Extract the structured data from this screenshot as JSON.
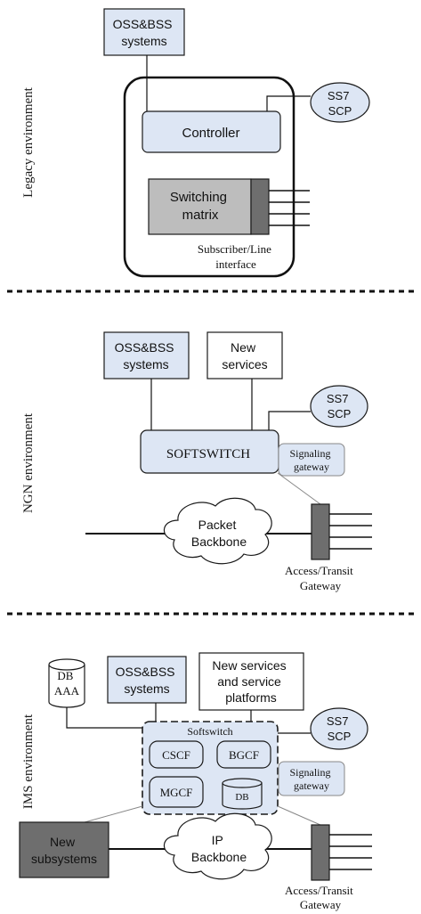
{
  "sections": {
    "legacy": {
      "side_label": "Legacy environment",
      "oss_bss": [
        "OSS&BSS",
        "systems"
      ],
      "ss7": [
        "SS7",
        "SCP"
      ],
      "controller": "Controller",
      "switching_matrix": [
        "Switching",
        "matrix"
      ],
      "subscriber_interface": [
        "Subscriber/Line",
        "interface"
      ]
    },
    "ngn": {
      "side_label": "NGN  environment",
      "oss_bss": [
        "OSS&BSS",
        "systems"
      ],
      "new_services": [
        "New",
        "services"
      ],
      "ss7": [
        "SS7",
        "SCP"
      ],
      "softswitch": "SOFTSWITCH",
      "signaling_gateway": [
        "Signaling",
        "gateway"
      ],
      "packet_backbone": [
        "Packet",
        "Backbone"
      ],
      "access_gateway": [
        "Access/Transit",
        "Gateway"
      ]
    },
    "ims": {
      "side_label": "IMS environment",
      "db_aaa": [
        "DB",
        "AAA"
      ],
      "oss_bss": [
        "OSS&BSS",
        "systems"
      ],
      "new_services": [
        "New services",
        "and service",
        "platforms"
      ],
      "ss7": [
        "SS7",
        "SCP"
      ],
      "softswitch": "Softswitch",
      "cscf": "CSCF",
      "bgcf": "BGCF",
      "mgcf": "MGCF",
      "db": "DB",
      "signaling_gateway": [
        "Signaling",
        "gateway"
      ],
      "new_subsystems": [
        "New",
        "subsystems"
      ],
      "ip_backbone": [
        "IP",
        "Backbone"
      ],
      "access_gateway": [
        "Access/Transit",
        "Gateway"
      ]
    }
  },
  "colors": {
    "box_fill": "#dde6f4",
    "matrix_fill": "#bdbdbd",
    "dark_fill": "#6e6e6e",
    "stroke": "#1a1a1a"
  }
}
